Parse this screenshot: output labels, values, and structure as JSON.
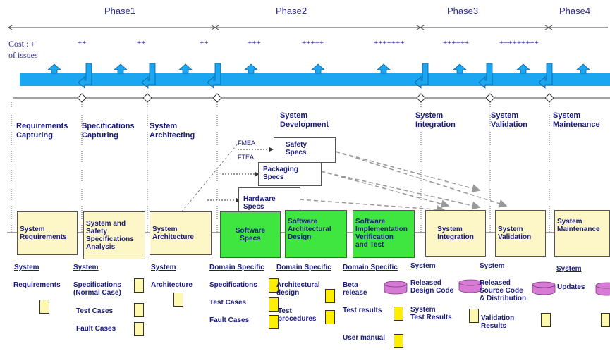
{
  "phases": [
    "Phase1",
    "Phase2",
    "Phase3",
    "Phase4"
  ],
  "cost_label": [
    "Cost : +",
    "of issues"
  ],
  "cost_marks": [
    "++",
    "++",
    "++",
    "+++",
    "+++++",
    "+++++++",
    "++++++",
    "+++++++++"
  ],
  "stages": [
    [
      "Requirements",
      "Capturing"
    ],
    [
      "Specifications",
      "Capturing"
    ],
    [
      "System",
      "Architecting"
    ],
    [
      "System",
      "Development"
    ],
    [
      "System",
      "Integration"
    ],
    [
      "System",
      "Validation"
    ],
    [
      "System",
      "Maintenance"
    ]
  ],
  "methods": [
    "FMEA",
    "FTEA"
  ],
  "spec_boxes": [
    [
      "Safety",
      "Specs"
    ],
    [
      "Packaging",
      "Specs"
    ],
    [
      "Hardware",
      "Specs"
    ]
  ],
  "process_boxes": [
    [
      "System",
      "Requirements"
    ],
    [
      "System and",
      "Safety",
      "Specifications",
      "Analysis"
    ],
    [
      "System",
      "Architecture"
    ],
    [
      "Software",
      "Specs"
    ],
    [
      "Software",
      "Architectural",
      "Design"
    ],
    [
      "Software",
      "Implementation",
      "Verification",
      "and Test"
    ],
    [
      "System",
      "Integration"
    ],
    [
      "System",
      "Validation"
    ],
    [
      "System",
      "Maintenance"
    ]
  ],
  "categories": [
    "System",
    "System",
    "System",
    "Domain Specific",
    "Domain Specific",
    "Domain Specific",
    "System",
    "System",
    "System"
  ],
  "artifacts": {
    "col1": [
      "Requirements"
    ],
    "col2": [
      "Specifications",
      "(Normal Case)",
      "Test Cases",
      "Fault Cases"
    ],
    "col3": [
      "Architecture"
    ],
    "col4": [
      "Specifications",
      "Test Cases",
      "Fault Cases"
    ],
    "col5": [
      "Architectural",
      "design",
      "Test",
      "procedures"
    ],
    "col6": [
      "Beta",
      "release",
      "Test results",
      "User manual"
    ],
    "col7": [
      "Released",
      "Design Code",
      "System",
      "Test Results"
    ],
    "col8": [
      "Released",
      "Source Code",
      "& Distribution",
      "Validation",
      "Results"
    ],
    "col9": [
      "Updates"
    ]
  },
  "colors": {
    "timeline_bar": "#1aa6f0",
    "green_box": "#3fe63f",
    "yellow_box": "#fdf7c8",
    "text": "#1a1a80",
    "database": "#d67ad6"
  }
}
